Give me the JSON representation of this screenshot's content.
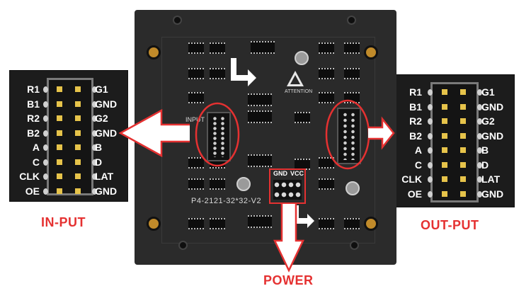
{
  "input_box": {
    "caption": "IN-PUT",
    "left_labels": [
      "R1",
      "B1",
      "R2",
      "B2",
      "A",
      "C",
      "CLK",
      "OE"
    ],
    "right_labels": [
      "G1",
      "GND",
      "G2",
      "GND",
      "B",
      "D",
      "LAT",
      "GND"
    ]
  },
  "output_box": {
    "caption": "OUT-PUT",
    "left_labels": [
      "R1",
      "B1",
      "R2",
      "B2",
      "A",
      "C",
      "CLK",
      "OE"
    ],
    "right_labels": [
      "G1",
      "GND",
      "G2",
      "GND",
      "B",
      "D",
      "LAT",
      "GND"
    ]
  },
  "power": {
    "caption": "POWER",
    "gnd_label": "GND",
    "vcc_label": "VCC"
  },
  "board": {
    "model": "P4-2121-32*32-V2",
    "input_label": "INPUT",
    "attention_label": "ATTENTION"
  },
  "colors": {
    "accent_red": "#e53131",
    "pin_square": "#e6c34a",
    "pcb": "#2a2a2a"
  }
}
